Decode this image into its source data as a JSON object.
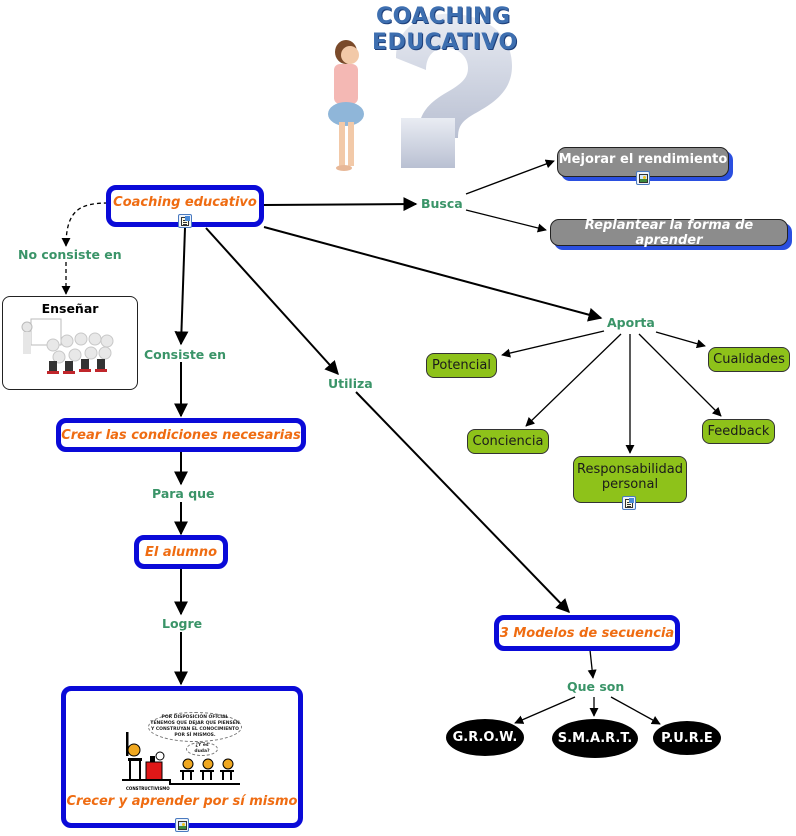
{
  "header": {
    "title_line1": "COACHING",
    "title_line2": "EDUCATIVO"
  },
  "colors": {
    "blue_border": "#0a0ad8",
    "orange_text": "#ef6c12",
    "link_green": "#3a9468",
    "gray_node": "#8c8c8c",
    "gray_shadow": "#2a4fe0",
    "green_node": "#8ec21a",
    "oval": "#000000"
  },
  "concepts": {
    "coaching": "Coaching educativo",
    "ensenar": "Enseñar",
    "crear": "Crear las condiciones necesarias",
    "alumno": "El alumno",
    "crecer": "Crecer y aprender por sí mismo",
    "mejorar": "Mejorar el rendimiento",
    "replantear": "Replantear la forma de aprender",
    "potencial": "Potencial",
    "cualidades": "Cualidades",
    "conciencia": "Conciencia",
    "feedback": "Feedback",
    "responsabilidad_line1": "Responsabilidad",
    "responsabilidad_line2": "personal",
    "modelos": "3 Modelos de secuencia",
    "grow": "G.R.O.W.",
    "smart": "S.M.A.R.T.",
    "pure": "P.U.R.E"
  },
  "links": {
    "no_consiste": "No consiste en",
    "consiste": "Consiste en",
    "para_que": "Para que",
    "logre": "Logre",
    "busca": "Busca",
    "aporta": "Aporta",
    "utiliza": "Utiliza",
    "que_son": "Que son"
  },
  "cartoon": {
    "speech": "POR DISPOSICIÓN OFICIAL TENEMOS QUE DEJAR QUE PIENSEN Y CONSTRUYAN EL CONOCIMIENTO POR SÍ MISMOS.",
    "question": "¿Y es duda?",
    "caption": "CONSTRUCTIVISMO"
  }
}
